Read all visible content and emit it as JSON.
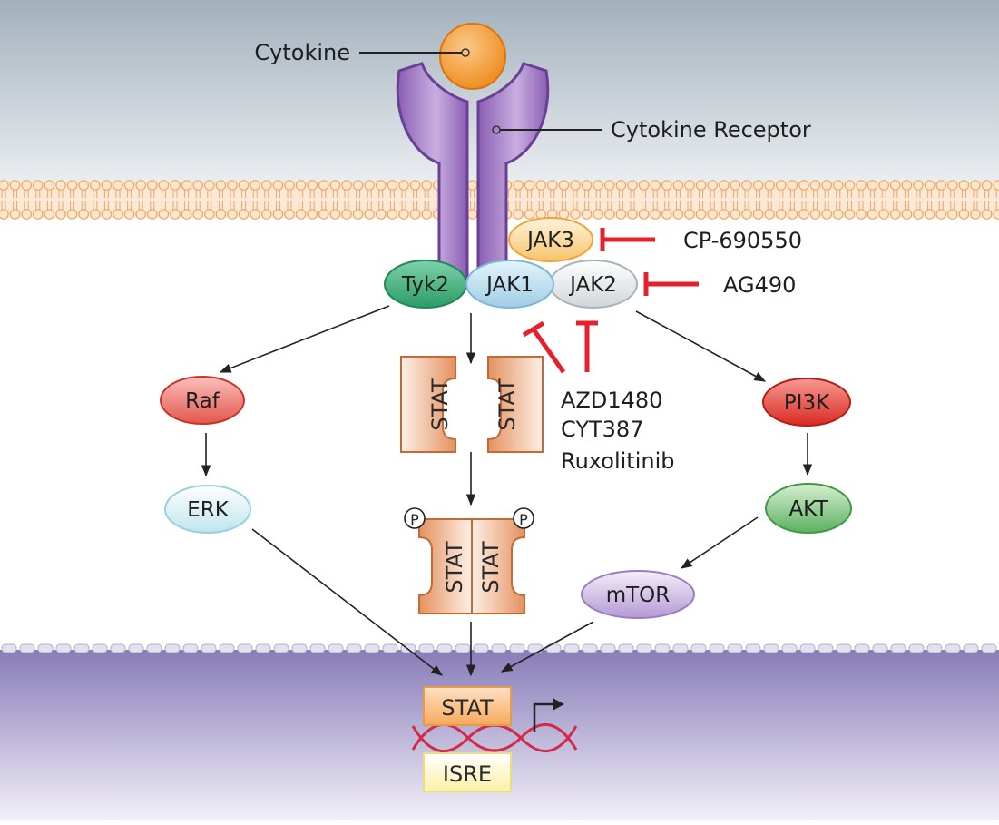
{
  "labels": {
    "cytokine": "Cytokine",
    "cytokine_receptor": "Cytokine Receptor"
  },
  "kinases": {
    "tyk2": "Tyk2",
    "jak1": "JAK1",
    "jak2": "JAK2",
    "jak3": "JAK3"
  },
  "inhibitors": {
    "jak3_inhibitor": "CP-690550",
    "jak2_inhibitor": "AG490",
    "jak1_jak2_inhibitors": [
      "AZD1480",
      "CYT387",
      "Ruxolitinib"
    ]
  },
  "pathway": {
    "raf": "Raf",
    "erk": "ERK",
    "pi3k": "PI3K",
    "akt": "AKT",
    "mtor": "mTOR",
    "stat": "STAT",
    "phospho": "P"
  },
  "nucleus": {
    "stat": "STAT",
    "isre": "ISRE"
  },
  "colors": {
    "inhibition": "#e3222b",
    "receptor": "#9a6ec0",
    "cytokine": "#f39222",
    "stat": "#e8905a"
  }
}
